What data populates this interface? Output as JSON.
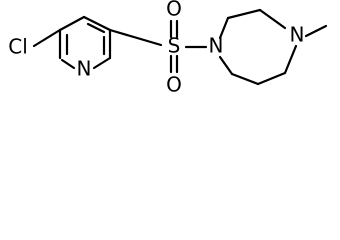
{
  "molecule": {
    "atoms": {
      "cl": "Cl",
      "n_pyridine": "N",
      "s": "S",
      "o_top": "O",
      "o_bottom": "O",
      "n_diazepane_1": "N",
      "n_diazepane_4": "N"
    }
  }
}
